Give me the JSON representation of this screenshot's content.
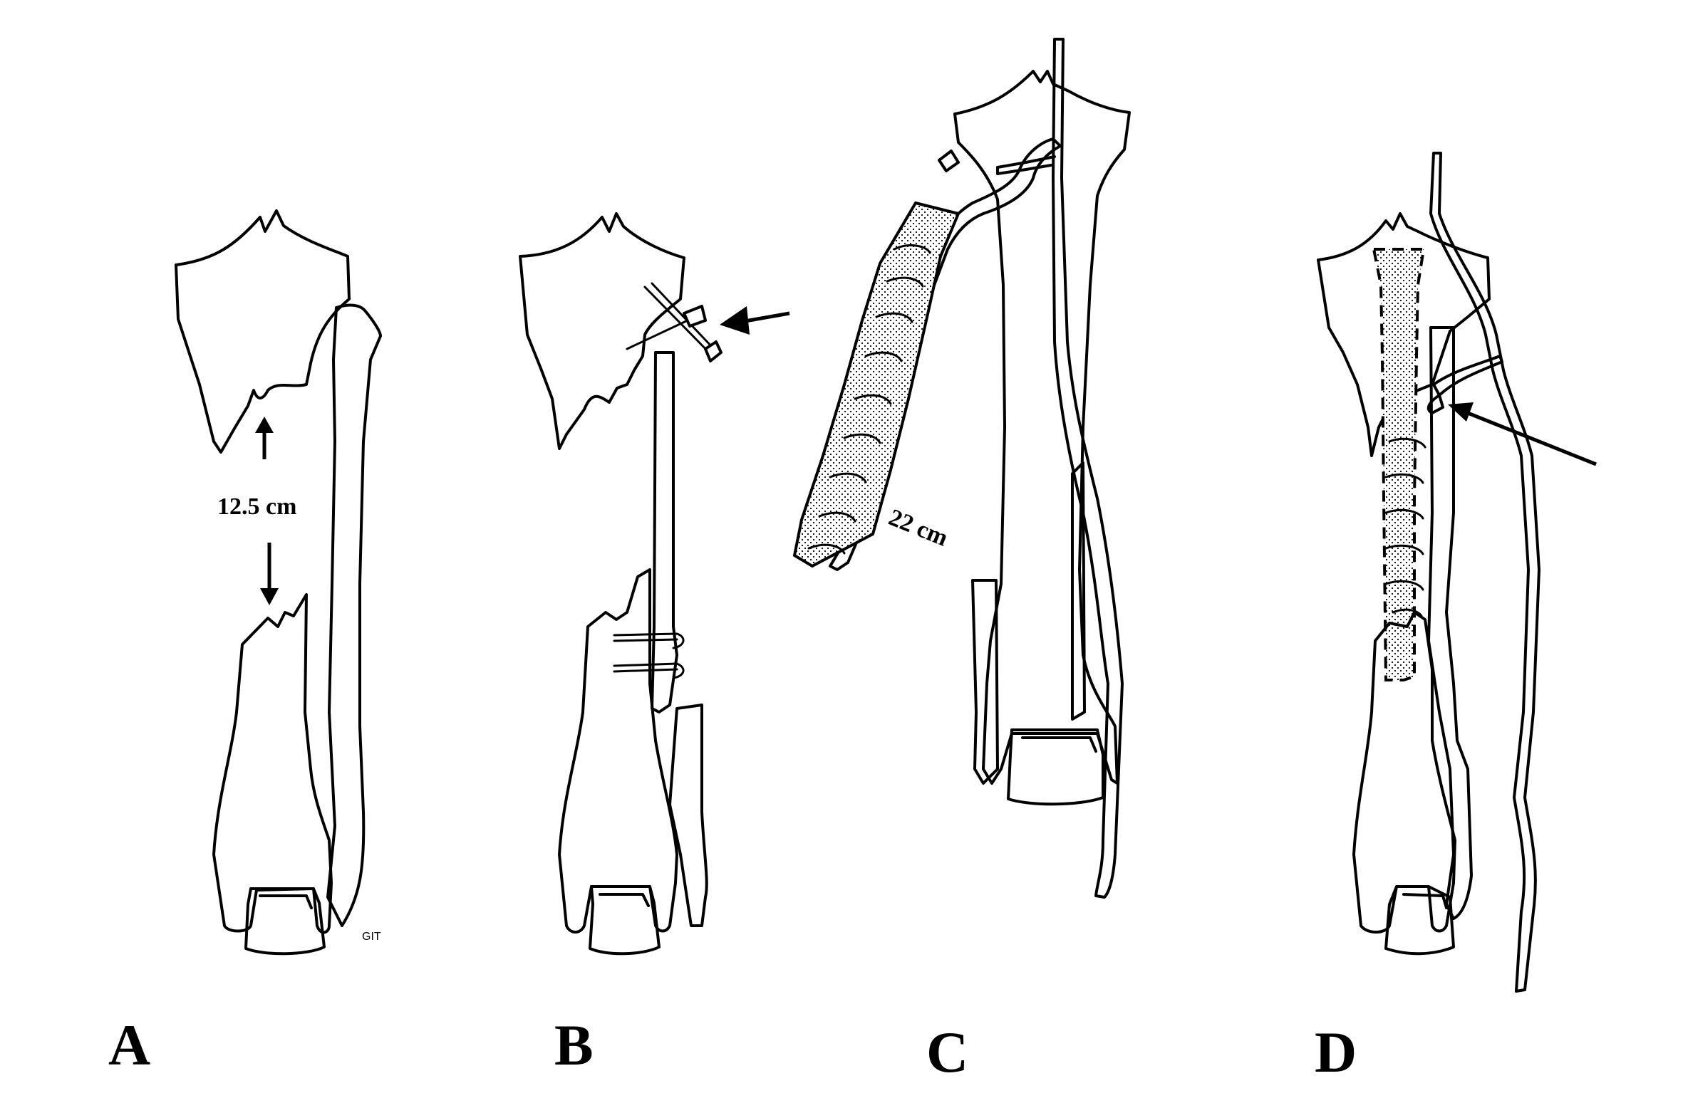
{
  "panels": [
    {
      "id": "A",
      "letter": "A",
      "measurement": "12.5 cm",
      "signature": "GIT"
    },
    {
      "id": "B",
      "letter": "B"
    },
    {
      "id": "C",
      "letter": "C",
      "measurement": "22 cm"
    },
    {
      "id": "D",
      "letter": "D"
    }
  ],
  "colors": {
    "ink": "#000000",
    "background": "#ffffff"
  }
}
